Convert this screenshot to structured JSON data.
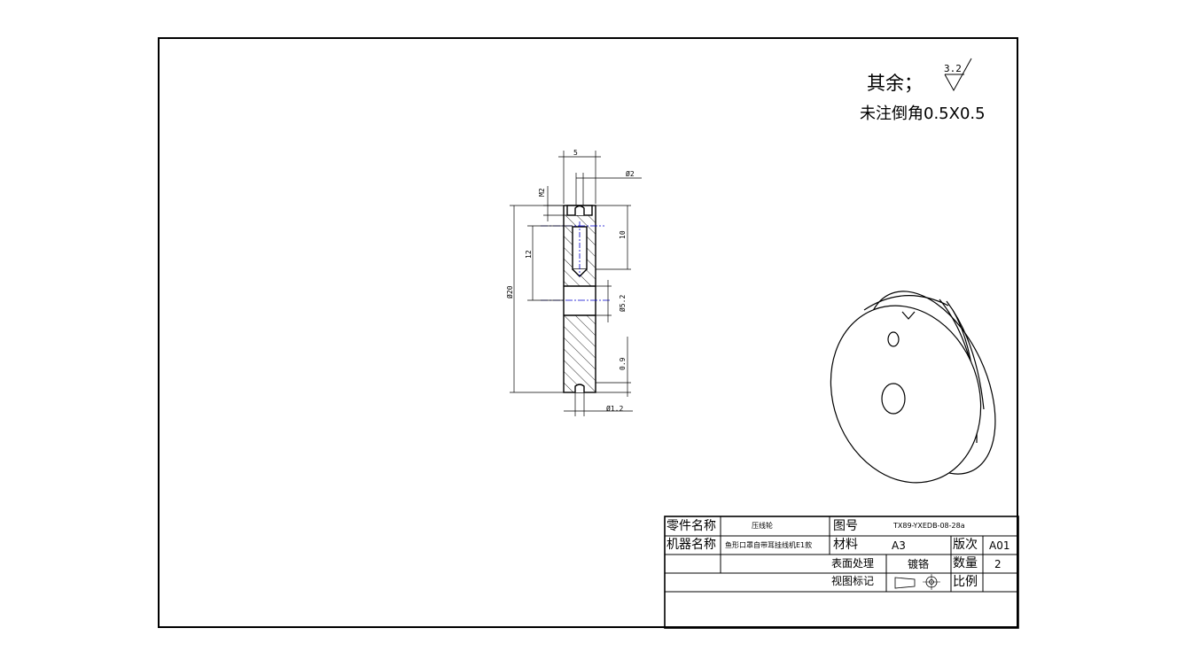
{
  "notes": {
    "rest_label": "其余；",
    "roughness_value": "3.2",
    "chamfer_note": "未注倒角0.5X0.5"
  },
  "dimensions": {
    "width": "5",
    "top_hole": "Ø2",
    "groove_depth": "M2",
    "pitch": "10",
    "depth_12": "12",
    "outer_dia": "Ø20",
    "bore": "Ø5.2",
    "groove": "0.9",
    "bottom_groove": "Ø1.2"
  },
  "title_block": {
    "part_name_label": "零件名称",
    "part_name_value": "压线轮",
    "drawing_no_label": "图号",
    "drawing_no_value": "TX89-YXEDB-08-28a",
    "machine_name_label": "机器名称",
    "machine_name_value": "鱼形口罩自带耳挂线机E1款",
    "material_label": "材料",
    "material_value": "A3",
    "revision_label": "版次",
    "revision_value": "A01",
    "surface_label": "表面处理",
    "surface_value": "镀铬",
    "quantity_label": "数量",
    "quantity_value": "2",
    "view_label": "视图标记",
    "scale_label": "比例"
  },
  "colors": {
    "line": "#000000",
    "centerline": "#0000cc",
    "background": "#ffffff"
  }
}
